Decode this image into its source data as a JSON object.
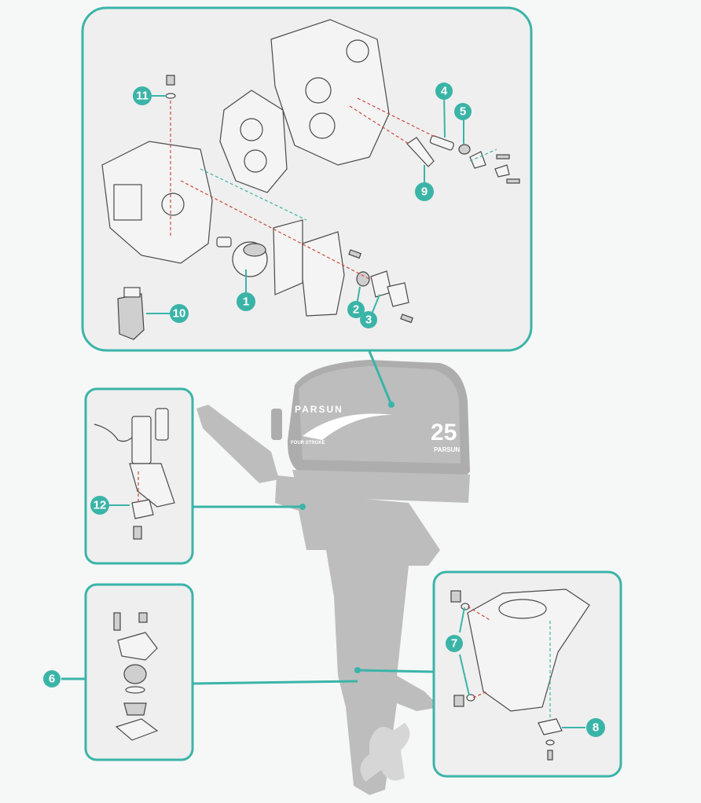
{
  "brand": {
    "logo": "PARSUN",
    "tagline": "FOUR STROKE",
    "power": "25",
    "badge": "PARSUN"
  },
  "callouts": [
    {
      "id": "c1",
      "label": "1"
    },
    {
      "id": "c2",
      "label": "2"
    },
    {
      "id": "c3",
      "label": "3"
    },
    {
      "id": "c4",
      "label": "4"
    },
    {
      "id": "c5",
      "label": "5"
    },
    {
      "id": "c6",
      "label": "6"
    },
    {
      "id": "c7",
      "label": "7"
    },
    {
      "id": "c8",
      "label": "8"
    },
    {
      "id": "c9",
      "label": "9"
    },
    {
      "id": "c10",
      "label": "10"
    },
    {
      "id": "c11",
      "label": "11"
    },
    {
      "id": "c12",
      "label": "12"
    }
  ],
  "colors": {
    "accent": "#3bb4a8",
    "guide_red": "#d0473e",
    "motor": "#bdbdbd",
    "panel": "#efefef"
  }
}
